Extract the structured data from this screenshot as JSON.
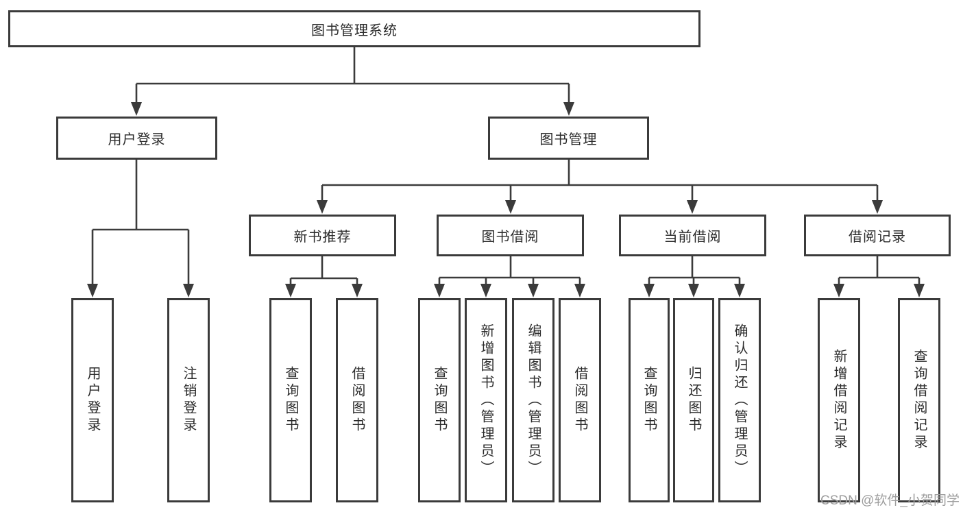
{
  "diagram": {
    "tree": {
      "label": "图书管理系统",
      "children": [
        {
          "label": "用户登录",
          "children": [
            {
              "label": "用户登录"
            },
            {
              "label": "注销登录"
            }
          ]
        },
        {
          "label": "图书管理",
          "children": [
            {
              "label": "新书推荐",
              "children": [
                {
                  "label": "查询图书"
                },
                {
                  "label": "借阅图书"
                }
              ]
            },
            {
              "label": "图书借阅",
              "children": [
                {
                  "label": "查询图书"
                },
                {
                  "label": "新增图书（管理员）"
                },
                {
                  "label": "编辑图书（管理员）"
                },
                {
                  "label": "借阅图书"
                }
              ]
            },
            {
              "label": "当前借阅",
              "children": [
                {
                  "label": "查询图书"
                },
                {
                  "label": "归还图书"
                },
                {
                  "label": "确认归还（管理员）"
                }
              ]
            },
            {
              "label": "借阅记录",
              "children": [
                {
                  "label": "新增借阅记录"
                },
                {
                  "label": "查询借阅记录"
                }
              ]
            }
          ]
        }
      ]
    },
    "watermark": "CSDN @软件_小贺同学",
    "colors": {
      "line": "#3b3b3b",
      "box_border": "#3b3b3b",
      "box_background": "#ffffff",
      "text": "#2b2b2b",
      "watermark_text": "#9e9e9e"
    }
  }
}
